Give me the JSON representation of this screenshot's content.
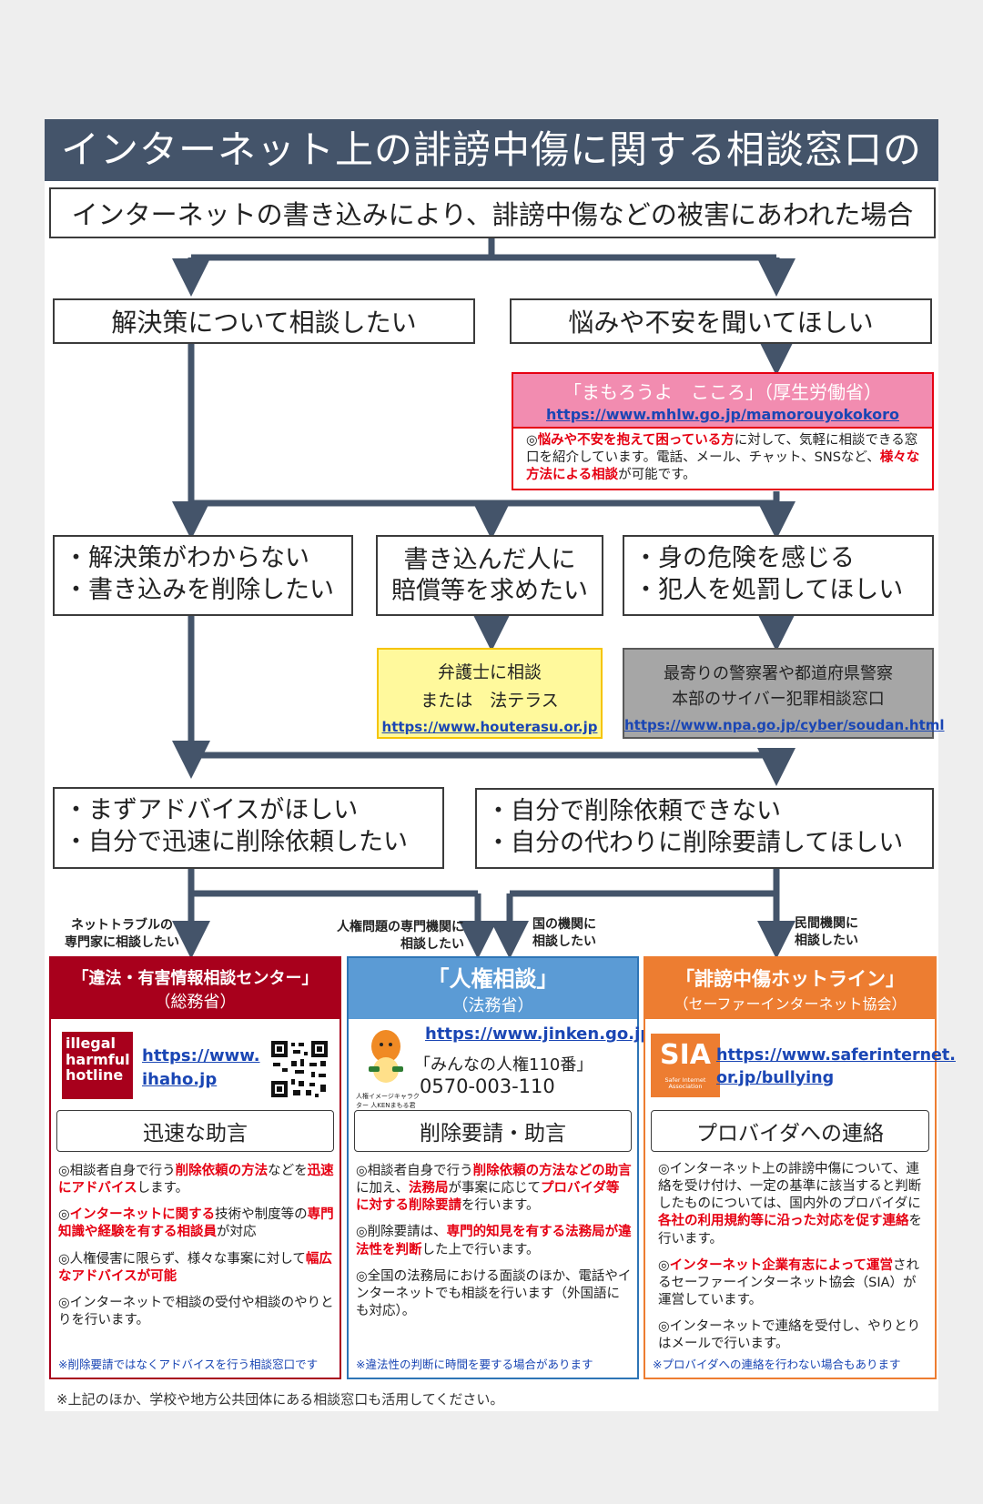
{
  "title": "インターネット上の誹謗中傷に関する相談窓口のご案内",
  "intro": "インターネットの書き込みにより、誹謗中傷などの被害にあわれた場合",
  "branch_left": "解決策について相談したい",
  "branch_right": "悩みや不安を聞いてほしい",
  "mhlw": {
    "name": "「まもろうよ　こころ」（厚生労働省）",
    "url": "https://www.mhlw.go.jp/mamorouyokokoro",
    "desc_mark": "◎",
    "desc_red1": "悩みや不安を抱えて困っている方",
    "desc_1": "に対して、気軽に相談できる窓口を紹介しています。電話、メール、チャット、SNSなど、",
    "desc_red2": "様々な方法による相談",
    "desc_2": "が可能です。"
  },
  "mid_left": {
    "line1": "・解決策がわからない",
    "line2": "・書き込みを削除したい"
  },
  "mid_center": {
    "line1": "書き込んだ人に",
    "line2": "賠償等を求めたい"
  },
  "mid_right": {
    "line1": "・身の危険を感じる",
    "line2": "・犯人を処罰してほしい"
  },
  "lawyer": {
    "line1": "弁護士に相談",
    "line2": "または　法テラス",
    "url": "https://www.houterasu.or.jp"
  },
  "police": {
    "line1": "最寄りの警察署や都道府県警察",
    "line2": "本部のサイバー犯罪相談窓口",
    "url": "https://www.npa.go.jp/cyber/soudan.html"
  },
  "low_left": {
    "line1": "・まずアドバイスがほしい",
    "line2": "・自分で迅速に削除依頼したい"
  },
  "low_right": {
    "line1": "・自分で削除依頼できない",
    "line2": "・自分の代わりに削除要請してほしい"
  },
  "labels": {
    "a1": "ネットトラブルの",
    "a2": "専門家に相談したい",
    "b1": "人権問題の専門機関に",
    "b2": "相談したい",
    "c1": "国の機関に",
    "c2": "相談したい",
    "d1": "民間機関に",
    "d2": "相談したい"
  },
  "colors": {
    "navy": "#44546a",
    "crimson": "#a8001c",
    "blue": "#5b9bd5",
    "orange": "#ed7d31",
    "pink": "#f28cb0",
    "yellow": "#fff99c",
    "gray": "#a6a6a6",
    "red": "#e60012"
  },
  "col1": {
    "name": "「違法・有害情報相談センター」",
    "org": "（総務省）",
    "logo": {
      "l1": "illegal",
      "l2": "harmful",
      "l3": "hotline"
    },
    "url1": "https://www.",
    "url2": "ihaho.jp",
    "qr_icon": "qr-code-icon",
    "service": "迅速な助言",
    "items": [
      {
        "pre": "◎相談者自身で行う",
        "red": "削除依頼の方法",
        "post": "などを",
        "red2": "迅速にアドバイス",
        "post2": "します。"
      },
      {
        "pre": "◎",
        "red": "インターネットに関する",
        "post": "技術や制度等の",
        "red2": "専門知識や経験を有する相談員",
        "post2": "が対応"
      },
      {
        "pre": "◎人権侵害に限らず、様々な事案に対して",
        "red": "",
        "post": "",
        "red2": "幅広なアドバイスが可能",
        "post2": ""
      },
      {
        "pre": "◎インターネットで相談の受付や相談のやりとりを行います。",
        "red": "",
        "post": "",
        "red2": "",
        "post2": ""
      }
    ],
    "note": "※削除要請ではなくアドバイスを行う相談窓口です"
  },
  "col2": {
    "name": "「人権相談」",
    "org": "（法務省）",
    "mascot_caption": "人権イメージキャラクター 人KENまもる君",
    "url": "https://www.jinken.go.jp",
    "hotline": "「みんなの人権110番」",
    "phone": "0570-003-110",
    "service": "削除要請・助言",
    "items": [
      {
        "pre": "◎相談者自身で行う",
        "red": "削除依頼の方法などの助言",
        "post": "に加え、",
        "red2": "法務局",
        "post2": "が事案に応じて",
        "red3": "プロバイダ等に対する削除要請",
        "post3": "を行います。"
      },
      {
        "pre": "◎削除要請は、",
        "red": "専門的知見を有する法務局が違法性を判断",
        "post": "した上で行います。",
        "red2": "",
        "post2": "",
        "red3": "",
        "post3": ""
      },
      {
        "pre": "◎全国の法務局における面談のほか、電話やインターネットでも相談を行います（外国語にも対応）。",
        "red": "",
        "post": "",
        "red2": "",
        "post2": "",
        "red3": "",
        "post3": ""
      }
    ],
    "note": "※違法性の判断に時間を要する場合があります"
  },
  "col3": {
    "name": "「誹謗中傷ホットライン」",
    "org": "（セーファーインターネット協会）",
    "logo": {
      "l1": "SIA",
      "l2": "Safer Internet Association"
    },
    "url1": "https://www.saferinternet.",
    "url2": "or.jp/bullying",
    "service": "プロバイダへの連絡",
    "items": [
      {
        "pre": "◎インターネット上の誹謗中傷について、連絡を受け付け、一定の基準に該当すると判断したものについては、国内外のプロバイダに",
        "red": "各社の利用規約等に沿った対応を促す連絡",
        "post": "を行います。"
      },
      {
        "pre": "◎",
        "red": "インターネット企業有志によって運営",
        "post": "されるセーファーインターネット協会（SIA）が運営しています。"
      },
      {
        "pre": "◎インターネットで連絡を受付し、やりとりはメールで行います。",
        "red": "",
        "post": ""
      }
    ],
    "note": "※プロバイダへの連絡を行わない場合もあります"
  },
  "footer": "※上記のほか、学校や地方公共団体にある相談窓口も活用してください。"
}
